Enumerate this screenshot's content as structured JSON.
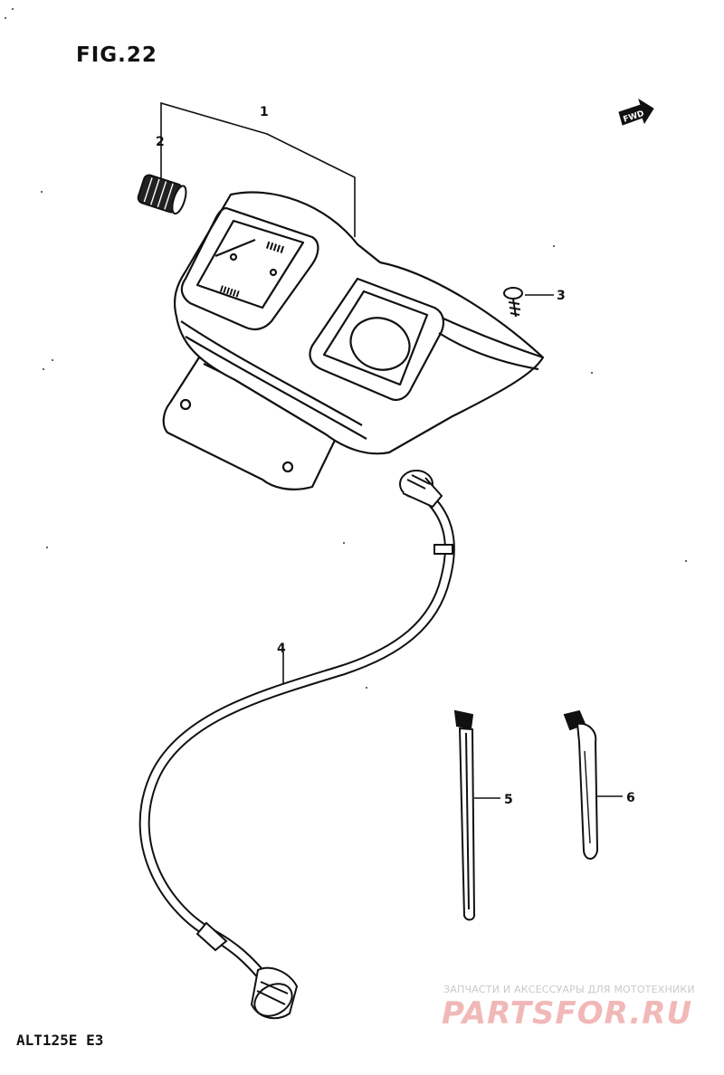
{
  "figure": {
    "title": "FIG.22",
    "model_code": "ALT125E E3"
  },
  "callouts": [
    {
      "number": "1"
    },
    {
      "number": "2"
    },
    {
      "number": "3"
    },
    {
      "number": "4"
    },
    {
      "number": "5"
    },
    {
      "number": "6"
    }
  ],
  "direction_arrow": {
    "label": "FWD"
  },
  "watermark": {
    "tagline": "ЗАПЧАСТИ И АКСЕССУАРЫ ДЛЯ МОТОТЕХНИКИ",
    "brand": "PARTSFOR.RU",
    "brand_color": "#f1b8b8"
  },
  "ink_color": "#111111"
}
